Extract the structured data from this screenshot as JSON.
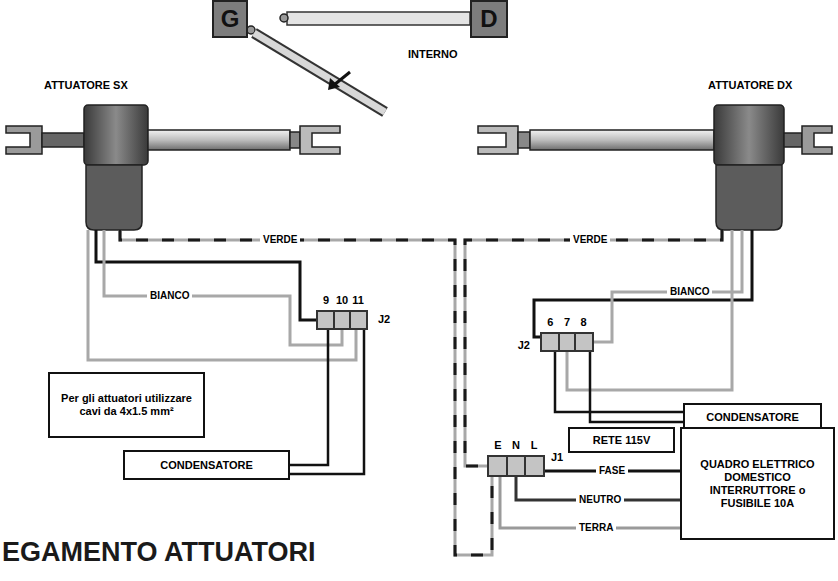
{
  "diagram": {
    "title": "EGAMENTO ATTUATORI",
    "nodes": [
      {
        "text": [
          "G"
        ]
      },
      {
        "text": [
          "D"
        ]
      },
      {
        "text": [
          "ATTUATORE SX"
        ]
      },
      {
        "text": [
          "ATTUATORE DX"
        ]
      },
      {
        "text": [
          "9",
          "10",
          "11",
          "J2"
        ]
      },
      {
        "text": [
          "6",
          "7",
          "8",
          "J2"
        ]
      },
      {
        "text": [
          "Per gli attuatori utilizzare cavi da 4x1.5 mm²"
        ]
      },
      {
        "text": [
          "CONDENSATORE"
        ]
      },
      {
        "text": [
          "RETE 115V"
        ]
      },
      {
        "text": [
          "QUADRO ELETTRICO DOMESTICO INTERRUTTORE o FUSIBILE 10A"
        ]
      },
      {
        "text": [
          "E",
          "N",
          "L",
          "J1"
        ]
      },
      {
        "text": [
          "CONDENSATORE"
        ]
      }
    ],
    "edges": [
      {
        "from": 2,
        "to": 4,
        "arrow": "none",
        "label": "BIANCO"
      },
      {
        "from": 2,
        "to": 10,
        "arrow": "none",
        "label": "VERDE"
      },
      {
        "from": 3,
        "to": 5,
        "arrow": "none",
        "label": "BIANCO"
      },
      {
        "from": 3,
        "to": 10,
        "arrow": "none",
        "label": "VERDE"
      },
      {
        "from": 11,
        "to": 4,
        "arrow": "none"
      },
      {
        "from": 7,
        "to": 5,
        "arrow": "none"
      },
      {
        "from": 9,
        "to": 10,
        "arrow": "none",
        "label": "FASE"
      },
      {
        "from": 9,
        "to": 10,
        "arrow": "none",
        "label": "NEUTRO"
      },
      {
        "from": 9,
        "to": 10,
        "arrow": "none",
        "label": "TERRA"
      }
    ],
    "labels": [
      "INTERNO"
    ]
  }
}
